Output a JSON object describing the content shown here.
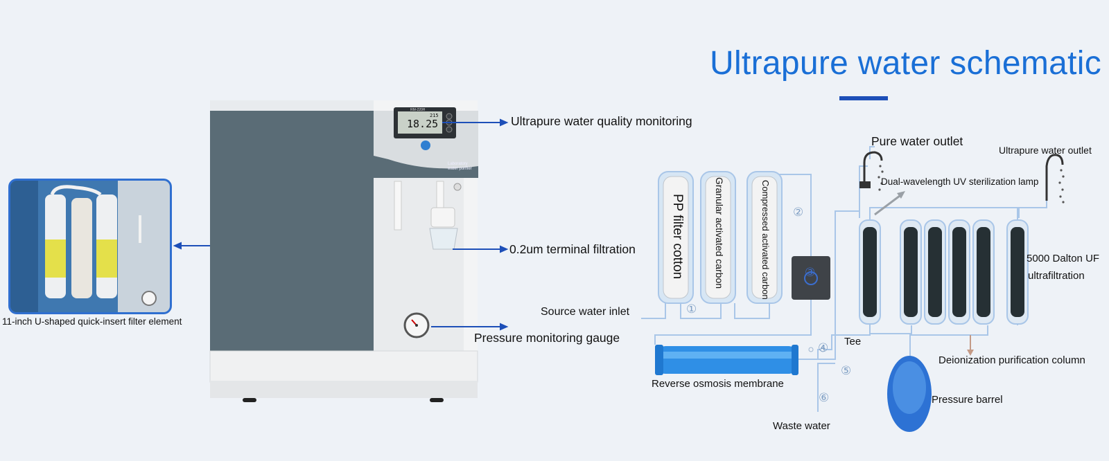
{
  "title": "Ultrapure water schematic",
  "machine": {
    "meter_reading": "18.25",
    "meter_sub": "215",
    "meter_top": "RM-220H",
    "panel_text_line1": "Laboratory",
    "panel_text_line2": "water purifier"
  },
  "callouts": {
    "quality_monitoring": "Ultrapure water quality monitoring",
    "terminal_filtration": "0.2um terminal filtration",
    "pressure_gauge": "Pressure monitoring gauge",
    "filter_element": "11-inch U-shaped quick-insert filter element"
  },
  "schematic": {
    "source_inlet": "Source water inlet",
    "pp_filter": "PP filter cotton",
    "granular_carbon": "Granular activated carbon",
    "compressed_carbon": "Compressed activated carbon",
    "pure_outlet": "Pure water outlet",
    "ultrapure_outlet": "Ultrapure water outlet",
    "uv_lamp": "Dual-wavelength UV sterilization lamp",
    "uf_line1": "5000 Dalton UF",
    "uf_line2": "ultrafiltration",
    "tee": "Tee",
    "deionization": "Deionization purification column",
    "ro_membrane": "Reverse osmosis membrane",
    "pressure_barrel": "Pressure barrel",
    "waste_water": "Waste water",
    "markers": [
      "①",
      "②",
      "③",
      "④",
      "⑤",
      "⑥"
    ]
  },
  "colors": {
    "title": "#1a6fd6",
    "title_bar": "#1d4fb8",
    "cabinet": "#5a6c76",
    "pipe": "#a9c6e8",
    "ro_blue": "#2f8fe6",
    "arrow": "#1d4fb8"
  }
}
